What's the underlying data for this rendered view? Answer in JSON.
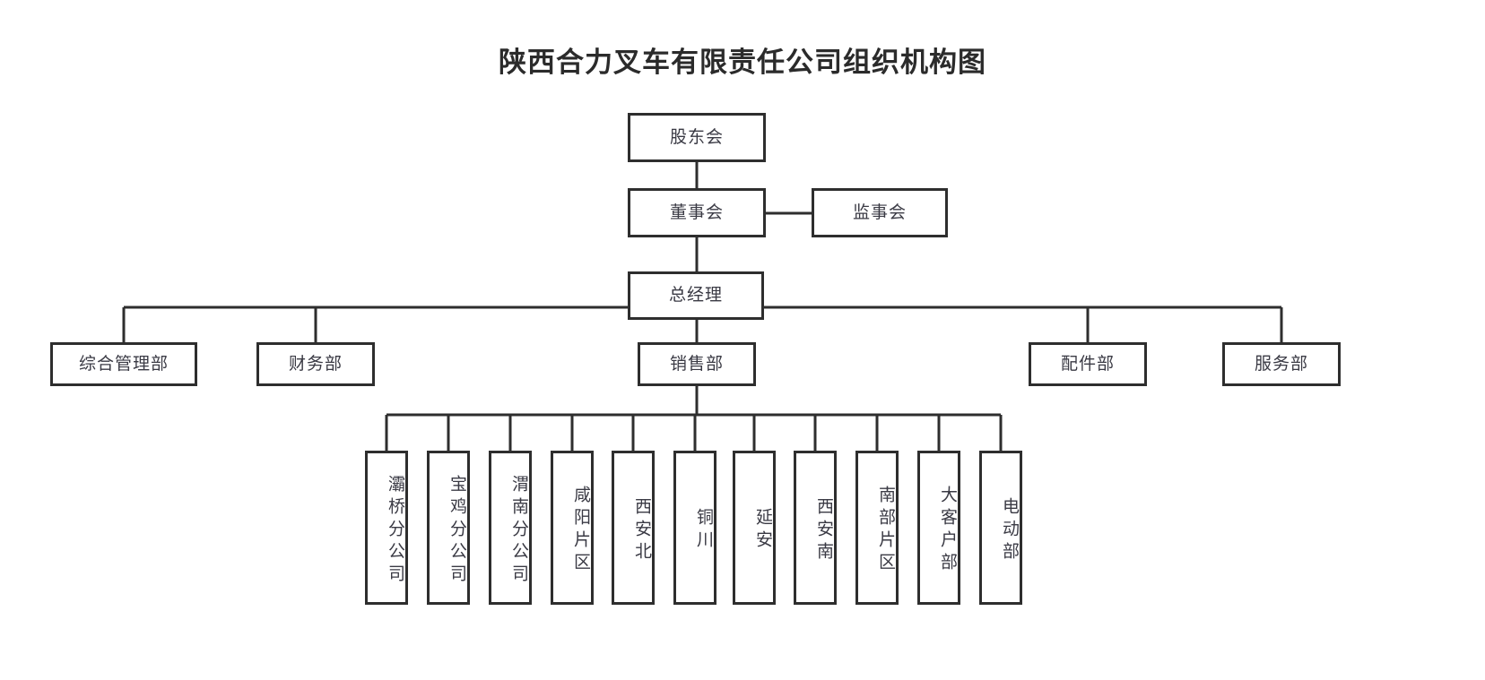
{
  "title": "陕西合力叉车有限责任公司组织机构图",
  "accent_color": "#2e2e2e",
  "text_color": "#3a3a44",
  "background_color": "#ffffff",
  "nodes": {
    "shareholders": {
      "label": "股东会"
    },
    "board": {
      "label": "董事会"
    },
    "supervisors": {
      "label": "监事会"
    },
    "general_manager": {
      "label": "总经理"
    },
    "departments": [
      {
        "label": "综合管理部"
      },
      {
        "label": "财务部"
      },
      {
        "label": "销售部"
      },
      {
        "label": "配件部"
      },
      {
        "label": "服务部"
      }
    ],
    "sales_units": [
      {
        "label": "灞桥分公司"
      },
      {
        "label": "宝鸡分公司"
      },
      {
        "label": "渭南分公司"
      },
      {
        "label": "咸阳片区"
      },
      {
        "label": "西安北"
      },
      {
        "label": "铜川"
      },
      {
        "label": "延安"
      },
      {
        "label": "西安南"
      },
      {
        "label": "南部片区"
      },
      {
        "label": "大客户部"
      },
      {
        "label": "电动部"
      }
    ]
  }
}
